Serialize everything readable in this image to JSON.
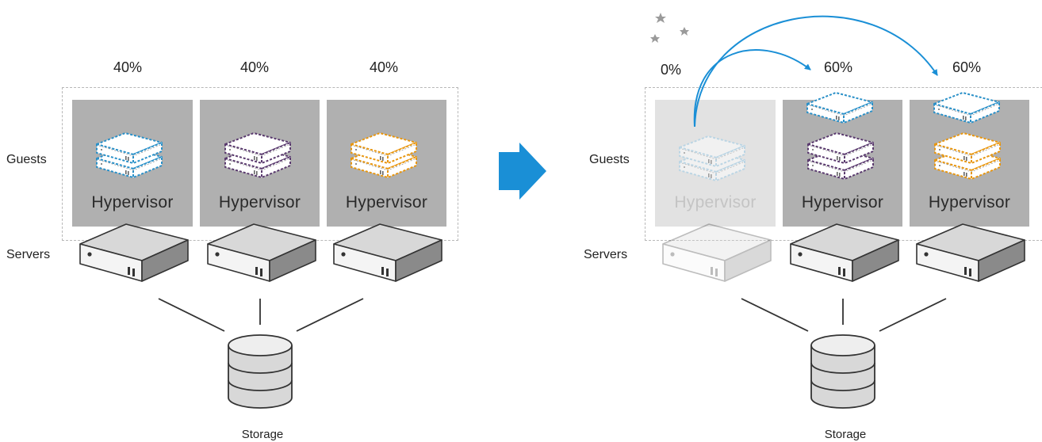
{
  "before": {
    "row_labels": {
      "guests": "Guests",
      "servers": "Servers"
    },
    "hosts": [
      {
        "load": "40%",
        "hypervisor": "Hypervisor",
        "guest_color": "#2a90c8",
        "guests": 2
      },
      {
        "load": "40%",
        "hypervisor": "Hypervisor",
        "guest_color": "#5a3a6e",
        "guests": 2
      },
      {
        "load": "40%",
        "hypervisor": "Hypervisor",
        "guest_color": "#e8960f",
        "guests": 2
      }
    ],
    "storage_label": "Storage"
  },
  "transition_arrow_color": "#1a8fd6",
  "after": {
    "row_labels": {
      "guests": "Guests",
      "servers": "Servers"
    },
    "hosts": [
      {
        "load": "0%",
        "hypervisor": "Hypervisor",
        "state": "powered-off",
        "guests": 2
      },
      {
        "load": "60%",
        "hypervisor": "Hypervisor",
        "guest_colors": [
          "#2a90c8",
          "#5a3a6e",
          "#5a3a6e"
        ],
        "guests": 3
      },
      {
        "load": "60%",
        "hypervisor": "Hypervisor",
        "guest_colors": [
          "#2a90c8",
          "#e8960f",
          "#e8960f"
        ],
        "guests": 3
      }
    ],
    "storage_label": "Storage",
    "migration_arrow_color": "#1a8fd6"
  },
  "icons": {
    "sleep": "moon-and-stars-icon",
    "server": "server-icon",
    "storage": "database-icon",
    "guest": "virtual-machine-icon"
  }
}
